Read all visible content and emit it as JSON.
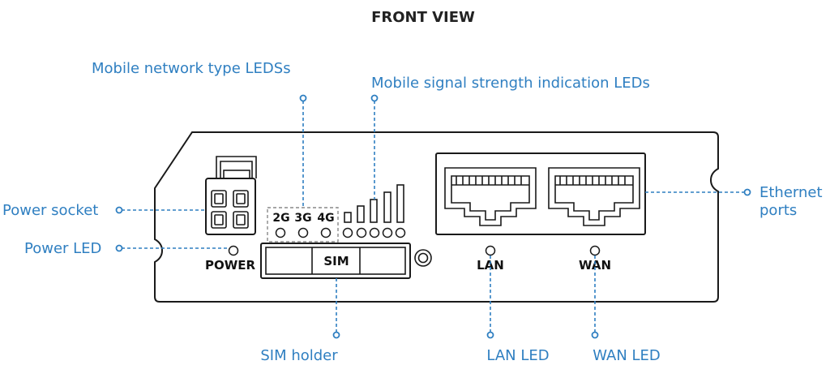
{
  "title": "FRONT VIEW",
  "callouts": {
    "mobile_network_type": "Mobile network type LEDSs",
    "mobile_signal_strength": "Mobile signal strength indication LEDs",
    "power_socket": "Power socket",
    "power_led": "Power LED",
    "ethernet_line1": "Ethernet",
    "ethernet_line2": "ports",
    "sim_holder": "SIM holder",
    "lan_led": "LAN LED",
    "wan_led": "WAN LED"
  },
  "panel": {
    "net_2g": "2G",
    "net_3g": "3G",
    "net_4g": "4G",
    "power": "POWER",
    "sim": "SIM",
    "lan": "LAN",
    "wan": "WAN"
  },
  "colors": {
    "callout": "#2f7fc1",
    "outline": "#1a1a1a"
  }
}
